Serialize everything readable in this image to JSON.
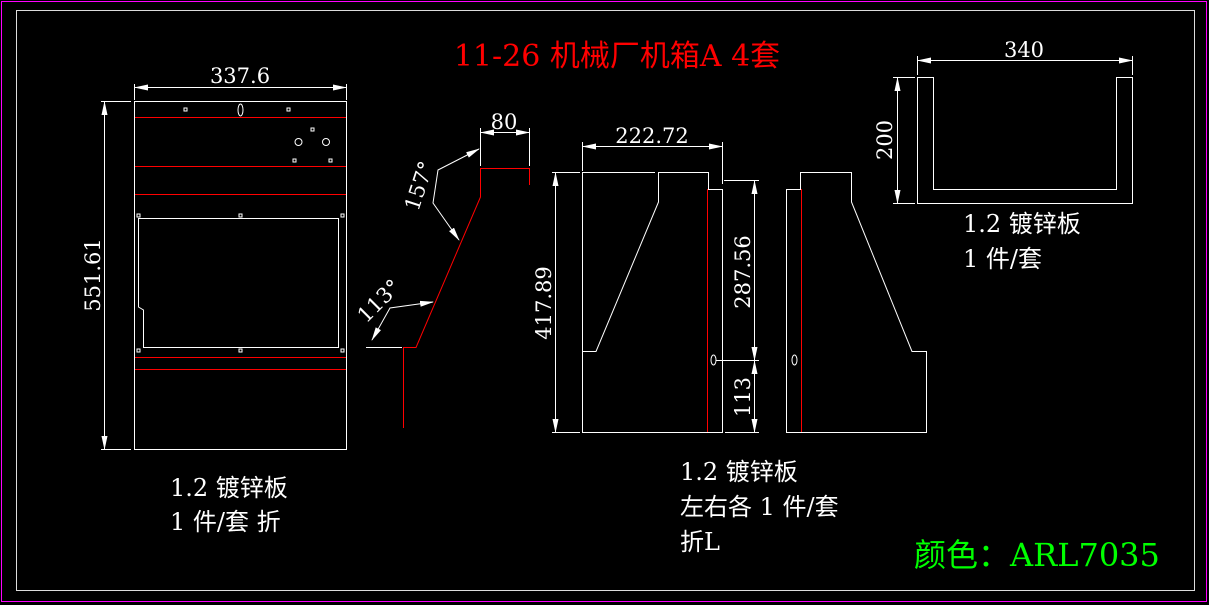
{
  "title": "11-26 机械厂机箱A  4套",
  "color_note": "颜色：ARL7035",
  "colors": {
    "title": "#ff0000",
    "color_note": "#00ff00",
    "border": "#ff00ff",
    "lines": "#ffffff",
    "bend_lines": "#ff0000"
  },
  "front_panel": {
    "width_dim": "337.6",
    "height_dim": "551.61",
    "note_line1": "1.2 镀锌板",
    "note_line2": "1 件/套 折"
  },
  "profile": {
    "width_dim": "80",
    "angle_top": "157°",
    "angle_bottom": "113°"
  },
  "side_panels": {
    "width_dim": "222.72",
    "height_dim": "417.89",
    "upper_dim": "287.56",
    "lower_dim": "113",
    "note_line1": "1.2 镀锌板",
    "note_line2": "左右各 1 件/套",
    "note_line3": "折L"
  },
  "channel": {
    "width_dim": "340",
    "height_dim": "200",
    "note_line1": "1.2 镀锌板",
    "note_line2": "1 件/套"
  }
}
